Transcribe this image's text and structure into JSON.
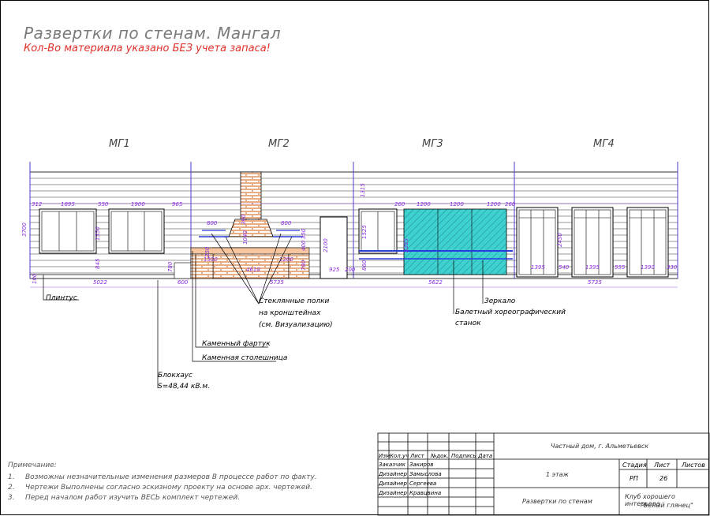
{
  "title": "Развертки по стенам. Мангал",
  "subtitle": "Кол-Во материала указано БЕЗ учета запаса!",
  "walls": [
    {
      "label": "МГ1"
    },
    {
      "label": "МГ2"
    },
    {
      "label": "МГ3"
    },
    {
      "label": "МГ4"
    }
  ],
  "dims": {
    "d312": "312",
    "d1895": "1895",
    "d550": "550",
    "d1900": "1900",
    "d965": "965",
    "d3700": "3700",
    "d1550": "1550",
    "d845": "845",
    "d100": "100",
    "d5022": "5022",
    "d780a": "780",
    "d600": "600",
    "d250": "250",
    "d800a": "800",
    "d800b": "800",
    "d390": "390",
    "d1040": "1040",
    "d350": "350",
    "d400": "400",
    "d1500": "1500",
    "d1200a": "1200",
    "d4610": "4610",
    "d780b": "780",
    "d5735a": "5735",
    "d2100": "2100",
    "d925": "925",
    "d200": "200",
    "d1315": "1315",
    "d260a": "260",
    "d1200b": "1200",
    "d1200c": "1200",
    "d1200d": "1200",
    "d260b": "260",
    "d1525": "1525",
    "d2285": "2285",
    "d860": "860",
    "d5622": "5622",
    "d2450": "2450",
    "d1395a": "1395",
    "d540": "540",
    "d1395b": "1395",
    "d555": "555",
    "d1390": "1390",
    "d330": "330",
    "d5735b": "5735"
  },
  "callouts": {
    "plinth": "Плинтус",
    "shelves_1": "Стеклянные полки",
    "shelves_2": "на кронштейнах",
    "shelves_3": "(см. Визуализацию)",
    "apron": "Каменный фартук",
    "countertop": "Каменная столешница",
    "blockhouse_1": "Блокхаус",
    "blockhouse_2": "S=48,44 кВ.м.",
    "mirror": "Зеркало",
    "barre_1": "Балетный хореографический",
    "barre_2": "станок"
  },
  "notes": {
    "heading": "Примечание:",
    "items": [
      {
        "num": "1.",
        "text": "Возможны незначительные изменения размеров В процессе работ по факту."
      },
      {
        "num": "2.",
        "text": "Чертежи Выполнены согласно эскизному проекту на основе арх. чертежей."
      },
      {
        "num": "3.",
        "text": "Перед началом работ изучить ВЕСЬ комплект чертежей."
      }
    ]
  },
  "stamp": {
    "project": "Частный дом, г. Альметьевск",
    "floor": "1 этаж",
    "sheet_title": "Развертки по стенам",
    "org_1": "Клуб хорошего интерьера",
    "org_2": "\"Белый глянец\"",
    "col_izm": "Изм.",
    "col_kol": "Кол.уч",
    "col_list": "Лист",
    "col_ndok": "№док.",
    "col_podpis": "Подпись",
    "col_data": "Дата",
    "role_1": "Заказчик",
    "name_1": "Закиров",
    "role_2": "Дизайнер",
    "name_2": "Замыслова",
    "role_3": "Дизайнер",
    "name_3": "Сергеева",
    "role_4": "Дизайнер",
    "name_4": "Кравцвина",
    "stage_label": "Стадия",
    "sheet_label": "Лист",
    "sheets_label": "Листов",
    "stage_value": "РП",
    "sheet_value": "26"
  },
  "colors": {
    "title": "#7a7a7a",
    "subtitle": "#e0302a",
    "dim": "#8a2be2",
    "line": "#000000",
    "brick": "#e39a66",
    "mirror": "#2fc7c7",
    "shelf": "#2a3cdb"
  }
}
